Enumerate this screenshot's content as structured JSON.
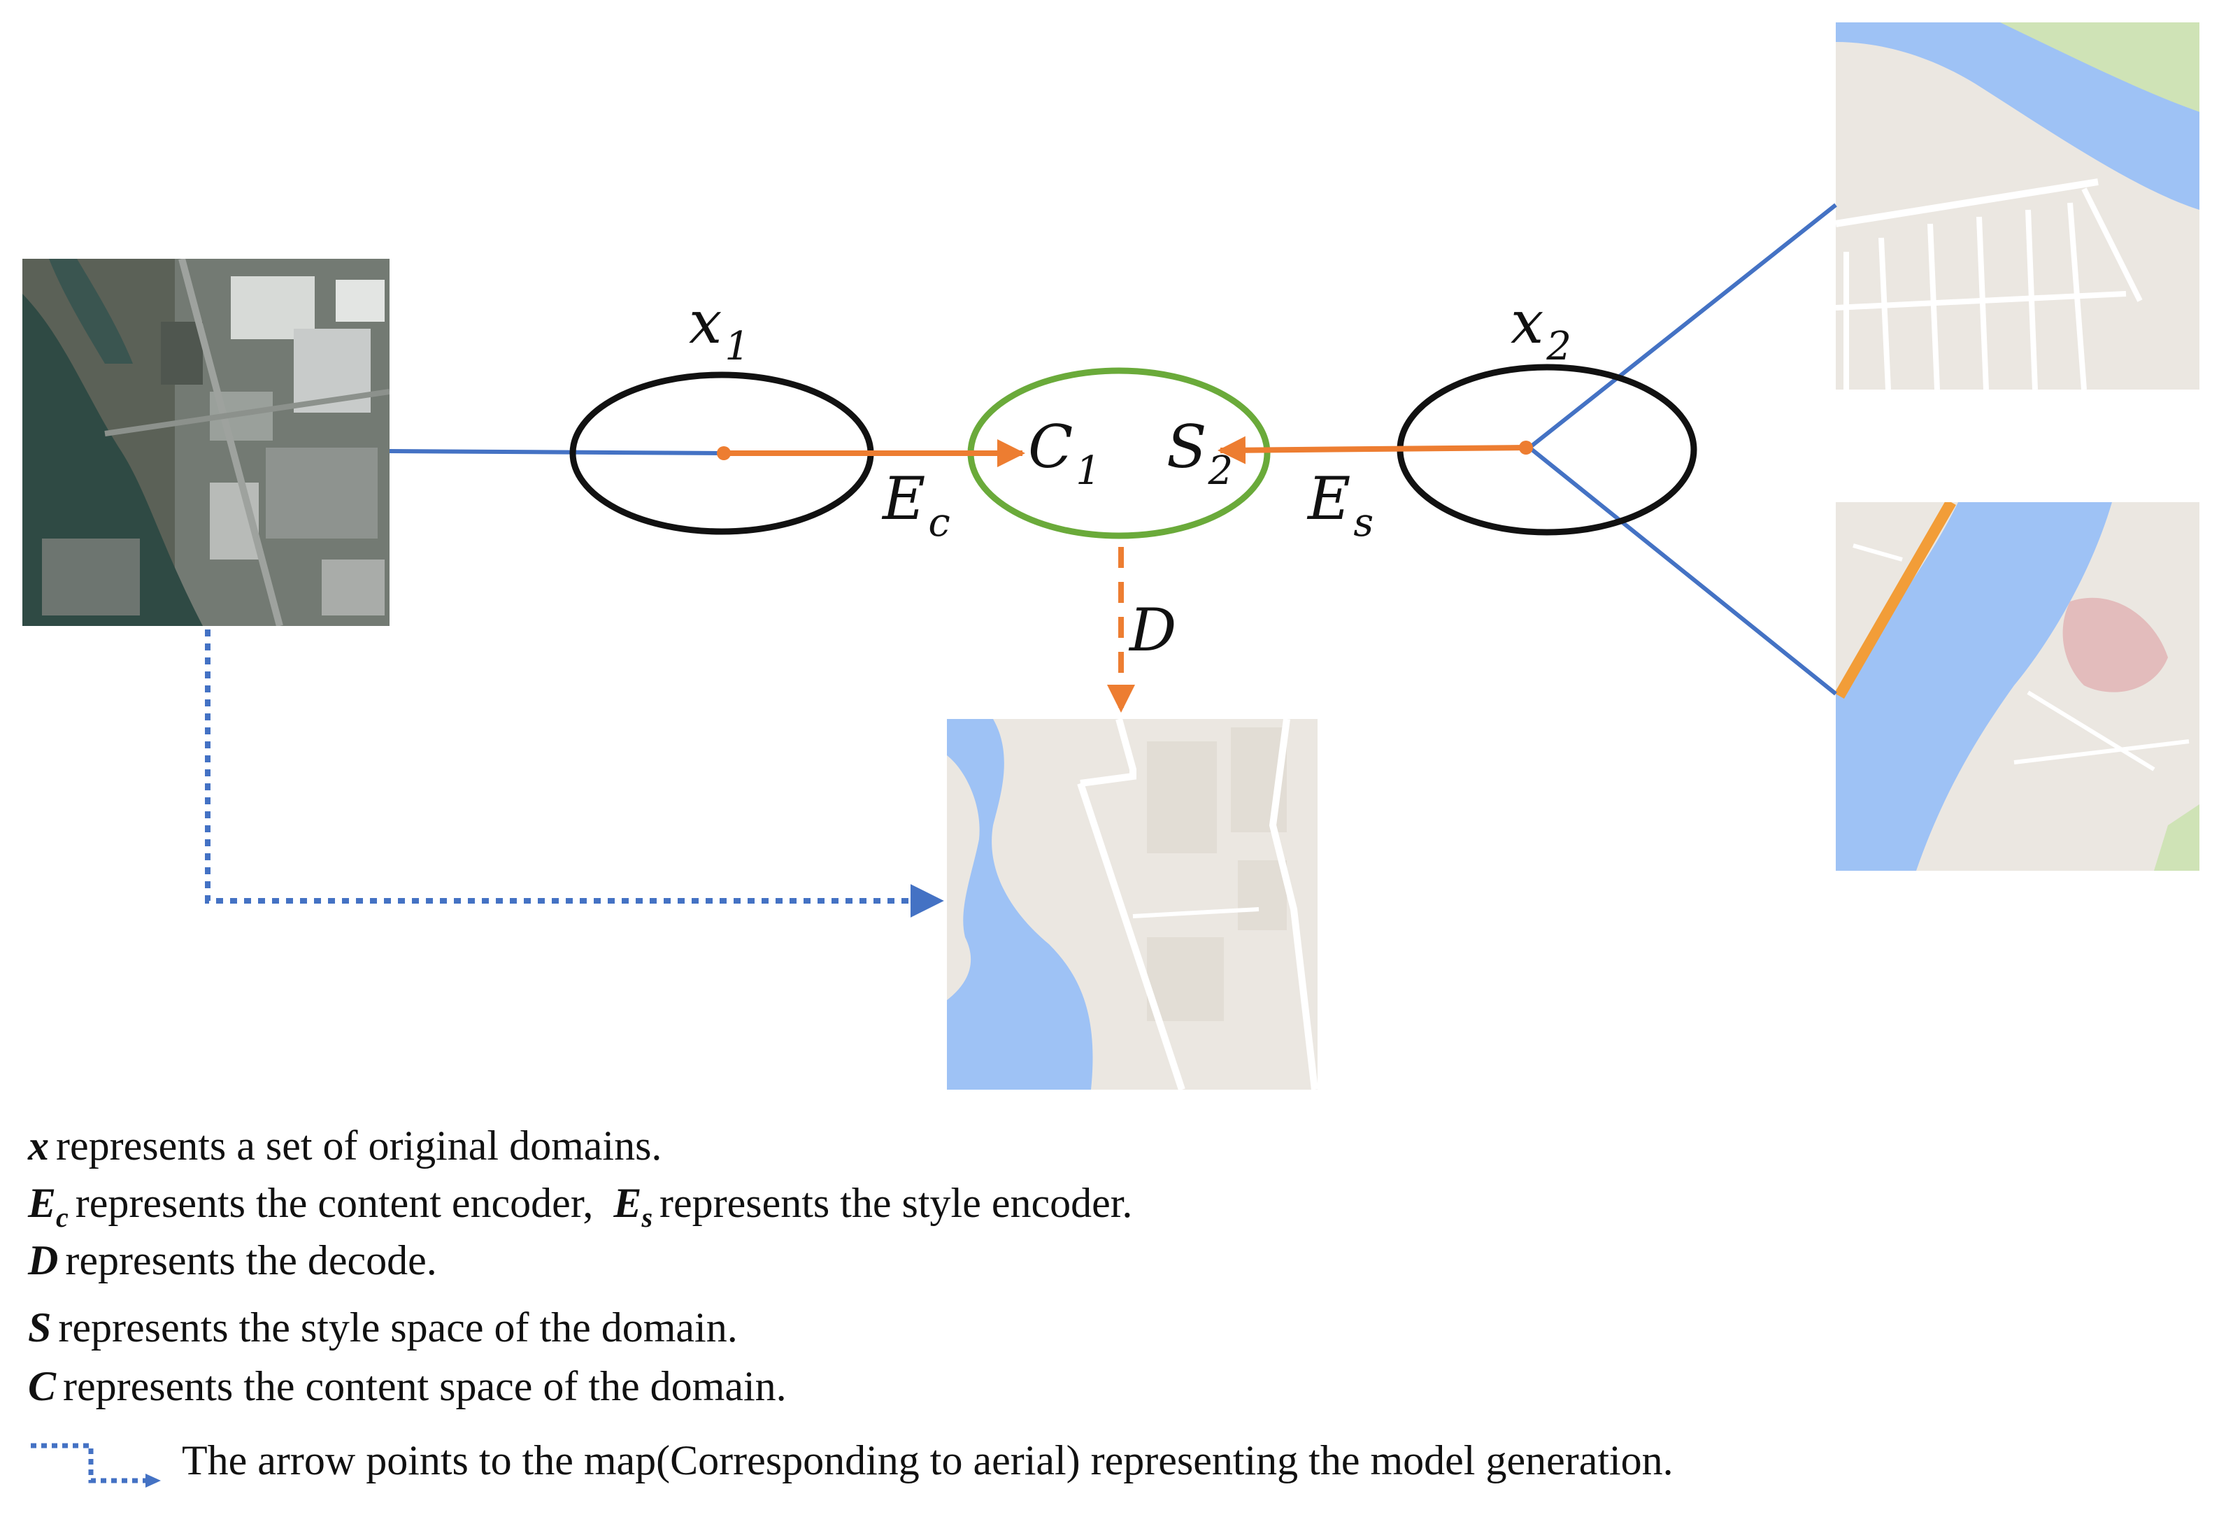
{
  "diagram": {
    "labels": {
      "x1_main": "x",
      "x1_sub": "1",
      "x2_main": "x",
      "x2_sub": "2",
      "c1_main": "C",
      "c1_sub": "1",
      "s2_main": "S",
      "s2_sub": "2",
      "ec_main": "E",
      "ec_sub": "c",
      "es_main": "E",
      "es_sub": "s",
      "d": "D"
    },
    "colors": {
      "domain_ellipse": "#111111",
      "latent_ellipse": "#6aaa3a",
      "connector_line": "#4472c4",
      "encoder_arrow": "#ed7d31",
      "dotted_arrow": "#4472c4",
      "water": "#9ec2f5",
      "land": "#ebe7e1",
      "aerial_dark": "#3d4a3f"
    },
    "images": {
      "aerial_input": "aerial-photo",
      "generated_map": "generated-map",
      "style_map_top": "style-map",
      "style_map_bottom": "style-map"
    }
  },
  "legend": {
    "items": [
      {
        "symbol": "x",
        "text": "represents a set of original domains."
      },
      {
        "symbol": "E",
        "sub": "c",
        "text": "represents the content encoder,",
        "symbol2": "E",
        "sub2": "s",
        "text2": "represents the style encoder."
      },
      {
        "symbol": "D",
        "text": "represents the decode."
      },
      {
        "symbol": "S",
        "text": "represents the style space of the domain."
      },
      {
        "symbol": "C",
        "text": "represents the content space of the domain."
      },
      {
        "icon": "dotted-arrow-icon",
        "text": "The arrow points to the map(Corresponding to aerial) representing the model generation."
      }
    ]
  }
}
